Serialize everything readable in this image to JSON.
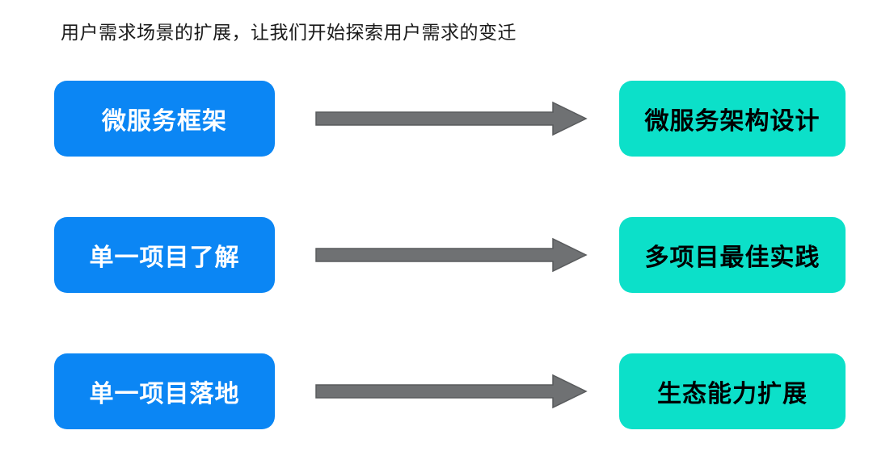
{
  "title": "用户需求场景的扩展，让我们开始探索用户需求的变迁",
  "colors": {
    "background": "#ffffff",
    "title_color": "#1a1a1a",
    "left_box": "#0b86f4",
    "left_text": "#ffffff",
    "right_box": "#0ce0c9",
    "right_text": "#000000",
    "arrow_fill": "#6f7173",
    "arrow_stroke": "#595b5d"
  },
  "rows": [
    {
      "left": "微服务框架",
      "right": "微服务架构设计"
    },
    {
      "left": "单一项目了解",
      "right": "多项目最佳实践"
    },
    {
      "left": "单一项目落地",
      "right": "生态能力扩展"
    }
  ]
}
